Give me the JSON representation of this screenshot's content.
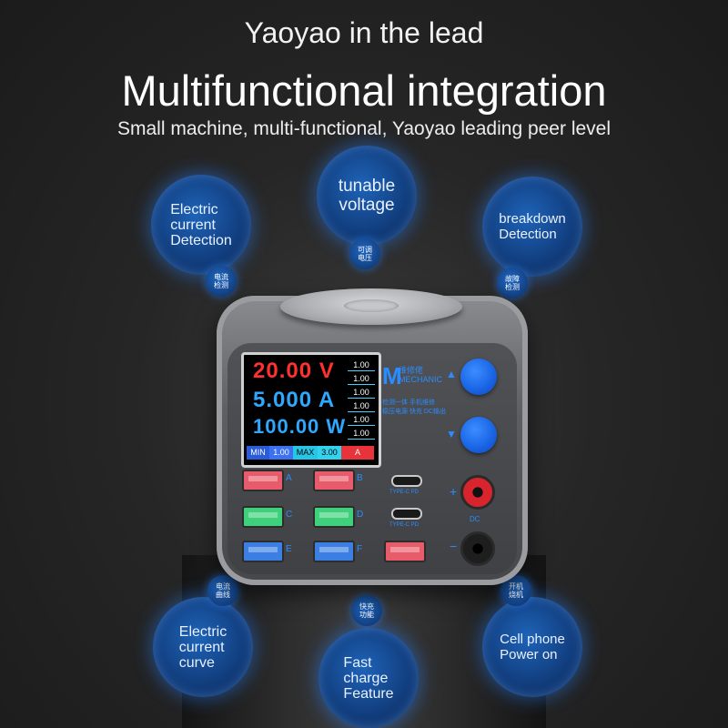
{
  "header": {
    "tagline": "Yaoyao in the lead",
    "headline": "Multifunctional integration",
    "subline": "Small machine, multi-functional, Yaoyao leading peer level"
  },
  "features": [
    {
      "label": "Electric\ncurrent\nDetection",
      "badge": "电流\n检测"
    },
    {
      "label": "tunable\nvoltage",
      "badge": "可调\n电压"
    },
    {
      "label": "breakdown\nDetection",
      "badge": "故障\n检测"
    },
    {
      "label": "Electric\ncurrent\ncurve",
      "badge": "电流\n曲线"
    },
    {
      "label": "Fast\ncharge\nFeature",
      "badge": "快充\n功能"
    },
    {
      "label": "Cell phone\nPower on",
      "badge": "开机\n烧机"
    }
  ],
  "display": {
    "voltage": "20.00 V",
    "current": "5.000 A",
    "power": "100.00 W",
    "mini_values": [
      "1.00",
      "1.00",
      "1.00",
      "1.00",
      "1.00",
      "1.00"
    ],
    "status": {
      "min_label": "MIN",
      "min_value": "1.00",
      "max_label": "MAX",
      "max_value": "3.00",
      "unit": "A"
    }
  },
  "brand": {
    "logo": "M",
    "name": "维修佬\nMECHANIC",
    "desc": "检测一体 手机维修\n稳压电源 快充 DC输出"
  },
  "ports": {
    "usb_labels": [
      "A",
      "B",
      "C",
      "D",
      "E",
      "F"
    ],
    "typec_labels": [
      "TYPE-C PD",
      "TYPE-C PD"
    ],
    "dc_plus": "+",
    "dc_minus": "−",
    "dc_label": "DC"
  },
  "colors": {
    "accent": "#2a8cff",
    "voltage": "#ff3030",
    "bubble": "#1e63b8",
    "usb_red": "#e85b6a",
    "usb_green": "#3ed07a",
    "usb_blue": "#3b7fe3"
  }
}
